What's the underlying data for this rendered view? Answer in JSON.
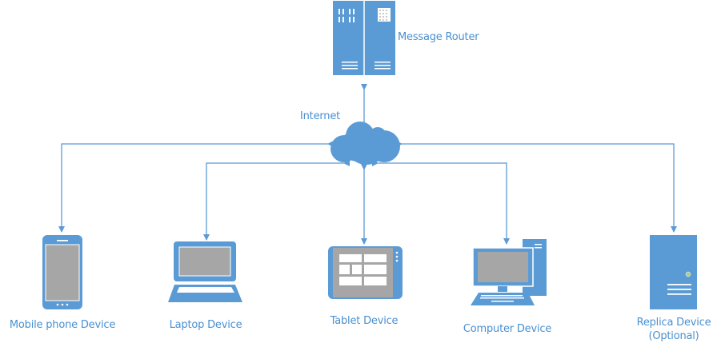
{
  "colors": {
    "accent": "#5b9bd5",
    "line": "#5b9bd5",
    "screen": "#a6a6a6",
    "label": "#4a90d0",
    "indicator": "#a9d18e"
  },
  "nodes": {
    "router": {
      "label": "Message Router",
      "icon": "server-rack-icon"
    },
    "internet": {
      "label": "Internet",
      "icon": "cloud-icon"
    },
    "mobile": {
      "label": "Mobile phone Device",
      "icon": "mobile-phone-icon"
    },
    "laptop": {
      "label": "Laptop Device",
      "icon": "laptop-icon"
    },
    "tablet": {
      "label": "Tablet Device",
      "icon": "tablet-icon"
    },
    "computer": {
      "label": "Computer Device",
      "icon": "desktop-computer-icon"
    },
    "replica": {
      "label_line1": "Replica Device",
      "label_line2": "(Optional)",
      "icon": "server-tower-icon"
    }
  },
  "connections": [
    {
      "from": "router",
      "to": "internet",
      "direction": "bidirectional"
    },
    {
      "from": "internet",
      "to": "mobile",
      "direction": "bidirectional"
    },
    {
      "from": "internet",
      "to": "laptop",
      "direction": "bidirectional"
    },
    {
      "from": "internet",
      "to": "tablet",
      "direction": "bidirectional"
    },
    {
      "from": "internet",
      "to": "computer",
      "direction": "bidirectional"
    },
    {
      "from": "internet",
      "to": "replica",
      "direction": "bidirectional"
    }
  ]
}
